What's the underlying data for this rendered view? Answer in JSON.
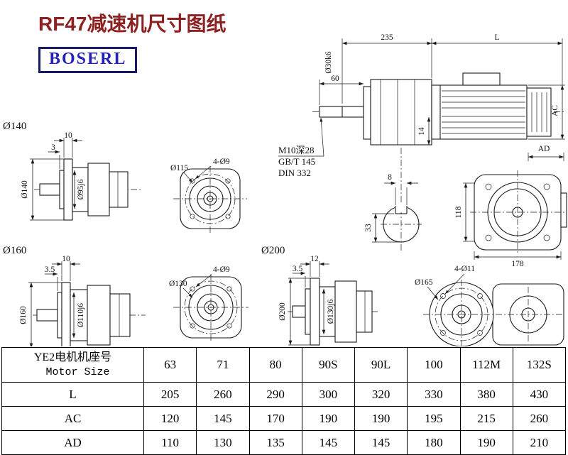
{
  "title": "RF47减速机尺寸图纸",
  "logo": "BOSERL",
  "assembly": {
    "dim_235": "235",
    "dim_l": "L",
    "dim_60": "60",
    "shaft_dia": "Ø30k6",
    "dim_14": "14",
    "dim_ac": "AC",
    "dim_ad": "AD",
    "tap_note_line1": "M10深28",
    "tap_note_line2": "GB/T 145",
    "tap_note_line3": "DIN 332",
    "key_width": "8",
    "key_height": "33",
    "rear_height": "118",
    "rear_width": "178"
  },
  "flange140": {
    "label": "Ø140",
    "thickness": "10",
    "spigot_depth": "3",
    "dim_dia": "Ø140",
    "spigot_dia": "Ø95j6",
    "holes": "4-Ø9",
    "bolt_circle": "Ø115"
  },
  "flange160": {
    "label": "Ø160",
    "thickness": "10",
    "spigot_depth": "3.5",
    "dim_dia": "Ø160",
    "spigot_dia": "Ø110j6",
    "holes": "4-Ø9",
    "bolt_circle": "Ø130"
  },
  "flange200": {
    "label": "Ø200",
    "thickness": "12",
    "spigot_depth": "3.5",
    "dim_dia": "Ø200",
    "spigot_dia": "Ø130j6",
    "holes": "4-Ø11",
    "bolt_circle": "Ø165"
  },
  "table": {
    "header_cn": "YE2电机机座号",
    "header_en": "Motor Size",
    "sizes": [
      "63",
      "71",
      "80",
      "90S",
      "90L",
      "100",
      "112M",
      "132S"
    ],
    "rows": [
      {
        "label": "L",
        "values": [
          "205",
          "260",
          "290",
          "300",
          "320",
          "330",
          "380",
          "430"
        ]
      },
      {
        "label": "AC",
        "values": [
          "120",
          "145",
          "170",
          "190",
          "190",
          "195",
          "215",
          "260"
        ]
      },
      {
        "label": "AD",
        "values": [
          "110",
          "130",
          "135",
          "145",
          "145",
          "180",
          "190",
          "210"
        ]
      }
    ]
  }
}
